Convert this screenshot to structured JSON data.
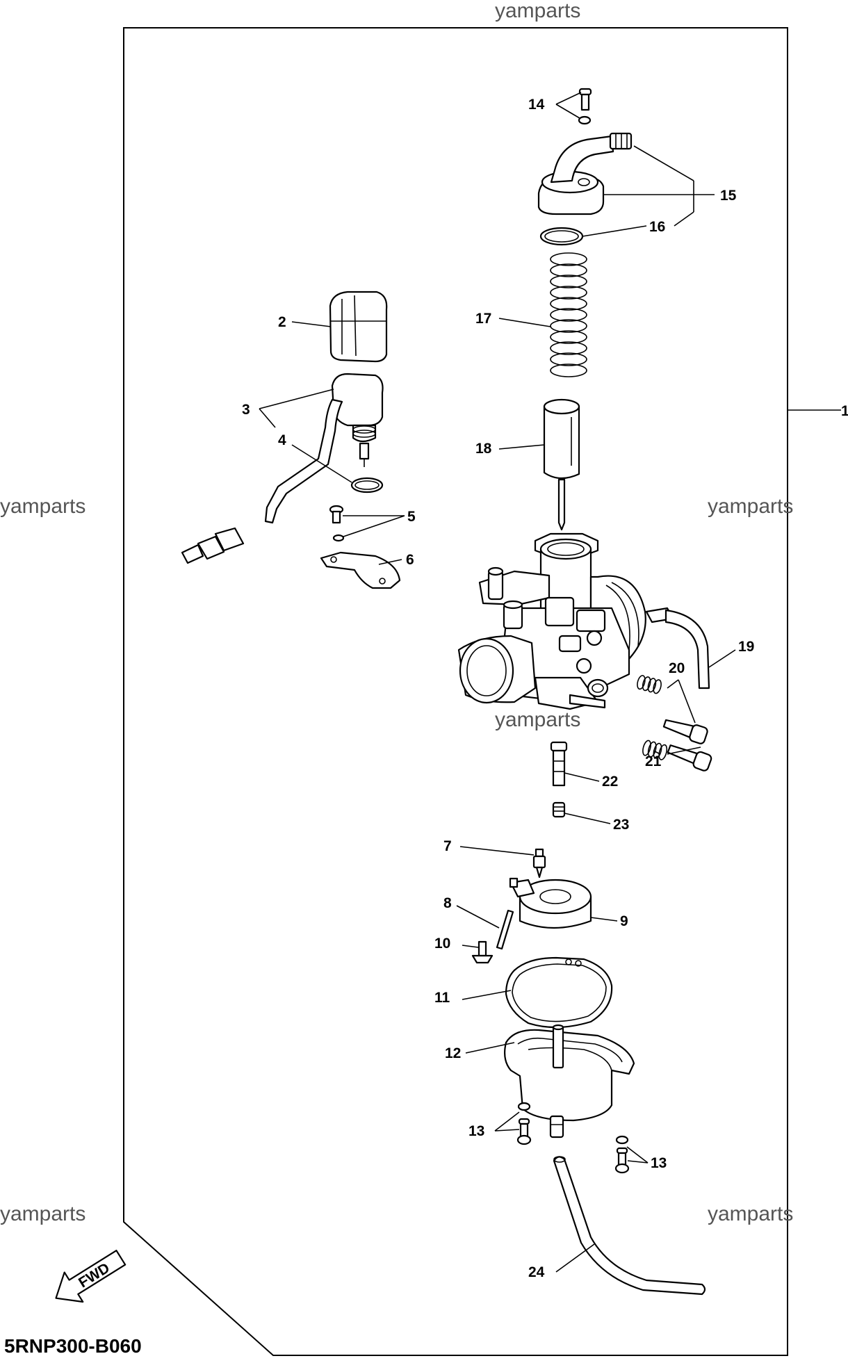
{
  "watermark": "yamparts",
  "diagram_code": "5RNP300-B060",
  "fwd_label": "FWD",
  "callouts": {
    "c1": "1",
    "c2": "2",
    "c3": "3",
    "c4": "4",
    "c5": "5",
    "c6": "6",
    "c7": "7",
    "c8": "8",
    "c9": "9",
    "c10": "10",
    "c11": "11",
    "c12": "12",
    "c13a": "13",
    "c13b": "13",
    "c14": "14",
    "c15": "15",
    "c16": "16",
    "c17": "17",
    "c18": "18",
    "c19": "19",
    "c20": "20",
    "c21": "21",
    "c22": "22",
    "c23": "23",
    "c24": "24"
  }
}
